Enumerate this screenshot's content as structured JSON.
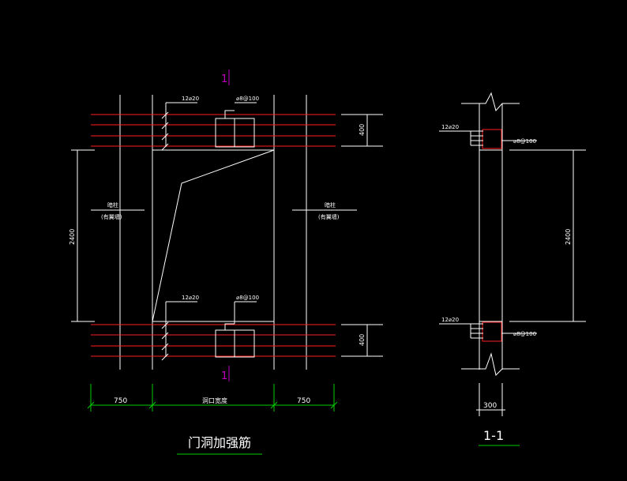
{
  "drawing": {
    "title": "门洞加强筋",
    "section_title": "1-1",
    "section_marker": "1",
    "colors": {
      "background": "#000000",
      "line": "#ffffff",
      "rebar": "#ff2020",
      "dimension": "#00cc00",
      "section_mark": "#c000c0"
    },
    "main_view": {
      "top_bar_label": "12⌀20",
      "top_stirrup_label": "⌀8@100",
      "bottom_bar_label": "12⌀20",
      "bottom_stirrup_label": "⌀8@100",
      "left_column_label": "暗柱",
      "left_column_sub": "(有翼墙)",
      "right_column_label": "暗柱",
      "right_column_sub": "(有翼墙)",
      "opening_height": "2400",
      "beam_depth_top": "400",
      "beam_depth_bottom": "400",
      "dim_left": "750",
      "dim_middle": "洞口宽度",
      "dim_right": "750"
    },
    "section_view": {
      "top_bar_label": "12⌀20",
      "top_stirrup_label": "⌀8@100",
      "bottom_bar_label": "12⌀20",
      "bottom_stirrup_label": "⌀8@100",
      "opening_height": "2400",
      "wall_thickness": "300"
    }
  }
}
